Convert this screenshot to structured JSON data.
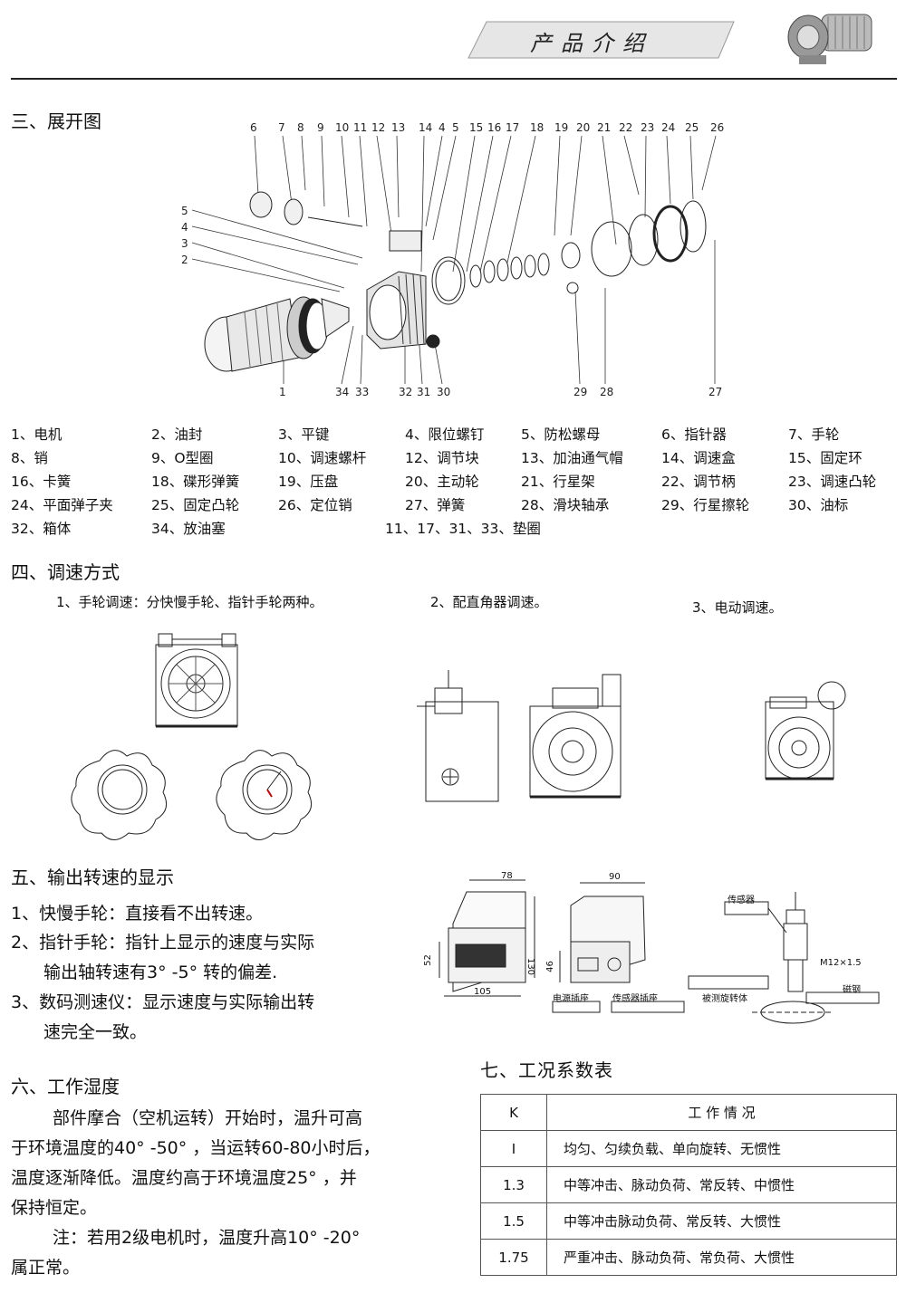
{
  "header": {
    "title": "产品介绍"
  },
  "section3": {
    "title": "三、展开图",
    "callouts_top": [
      "6",
      "7",
      "8",
      "9",
      "10",
      "11",
      "12",
      "13",
      "14",
      "4",
      "5",
      "15",
      "16",
      "17",
      "18",
      "19",
      "20",
      "21",
      "22",
      "23",
      "24",
      "25",
      "26"
    ],
    "callouts_left": [
      "5",
      "4",
      "3",
      "2"
    ],
    "callouts_bottom": [
      "1",
      "34",
      "33",
      "32",
      "31",
      "30",
      "29",
      "28",
      "27"
    ],
    "parts": [
      [
        "1、电机",
        "2、油封",
        "3、平键",
        "4、限位螺钉",
        "5、防松螺母",
        "6、指针器",
        "7、手轮"
      ],
      [
        "8、销",
        "9、O型圈",
        "10、调速螺杆",
        "12、调节块",
        "13、加油通气帽",
        "14、调速盒",
        "15、固定环"
      ],
      [
        "16、卡簧",
        "18、碟形弹簧",
        "19、压盘",
        "20、主动轮",
        "21、行星架",
        "22、调节柄",
        "23、调速凸轮"
      ],
      [
        "24、平面弹子夹",
        "25、固定凸轮",
        "26、定位销",
        "27、弹簧",
        "28、滑块轴承",
        "29、行星擦轮",
        "30、油标"
      ],
      [
        "32、箱体",
        "34、放油塞",
        "11、17、31、33、垫圈"
      ]
    ]
  },
  "section4": {
    "title": "四、调速方式",
    "m1": "1、手轮调速：分快慢手轮、指针手轮两种。",
    "m2": "2、配直角器调速。",
    "m3": "3、电动调速。"
  },
  "section5": {
    "title": "五、输出转速的显示",
    "lines": [
      "1、快慢手轮：直接看不出转速。",
      "2、指针手轮：指针上显示的速度与实际",
      "输出轴转速有3° -5° 转的偏差.",
      "3、数码测速仪：显示速度与实际输出转",
      "速完全一致。"
    ],
    "dims": {
      "w78": "78",
      "w105": "105",
      "h52": "52",
      "h130": "130",
      "w90": "90",
      "h46": "46"
    },
    "labels": {
      "power": "电源插座",
      "sensor_socket": "传感器插座",
      "sensor": "传感器",
      "thread": "M12×1.5",
      "magnet": "磁钢",
      "rotor": "被测旋转体"
    }
  },
  "section6": {
    "title": "六、工作湿度",
    "lines": [
      "部件摩合（空机运转）开始时，温升可高",
      "于环境温度的40° -50° ，当运转60-80小时后，",
      "温度逐渐降低。温度约高于环境温度25° ，并",
      "保持恒定。",
      "注：若用2级电机时，温度升高10° -20°",
      "属正常。"
    ]
  },
  "section7": {
    "title": "七、工况系数表",
    "headers": [
      "K",
      "工 作 情 况"
    ],
    "rows": [
      [
        "I",
        "均匀、匀续负载、单向旋转、无惯性"
      ],
      [
        "1.3",
        "中等冲击、脉动负荷、常反转、中惯性"
      ],
      [
        "1.5",
        "中等冲击脉动负荷、常反转、大惯性"
      ],
      [
        "1.75",
        "严重冲击、脉动负荷、常负荷、大惯性"
      ]
    ]
  }
}
